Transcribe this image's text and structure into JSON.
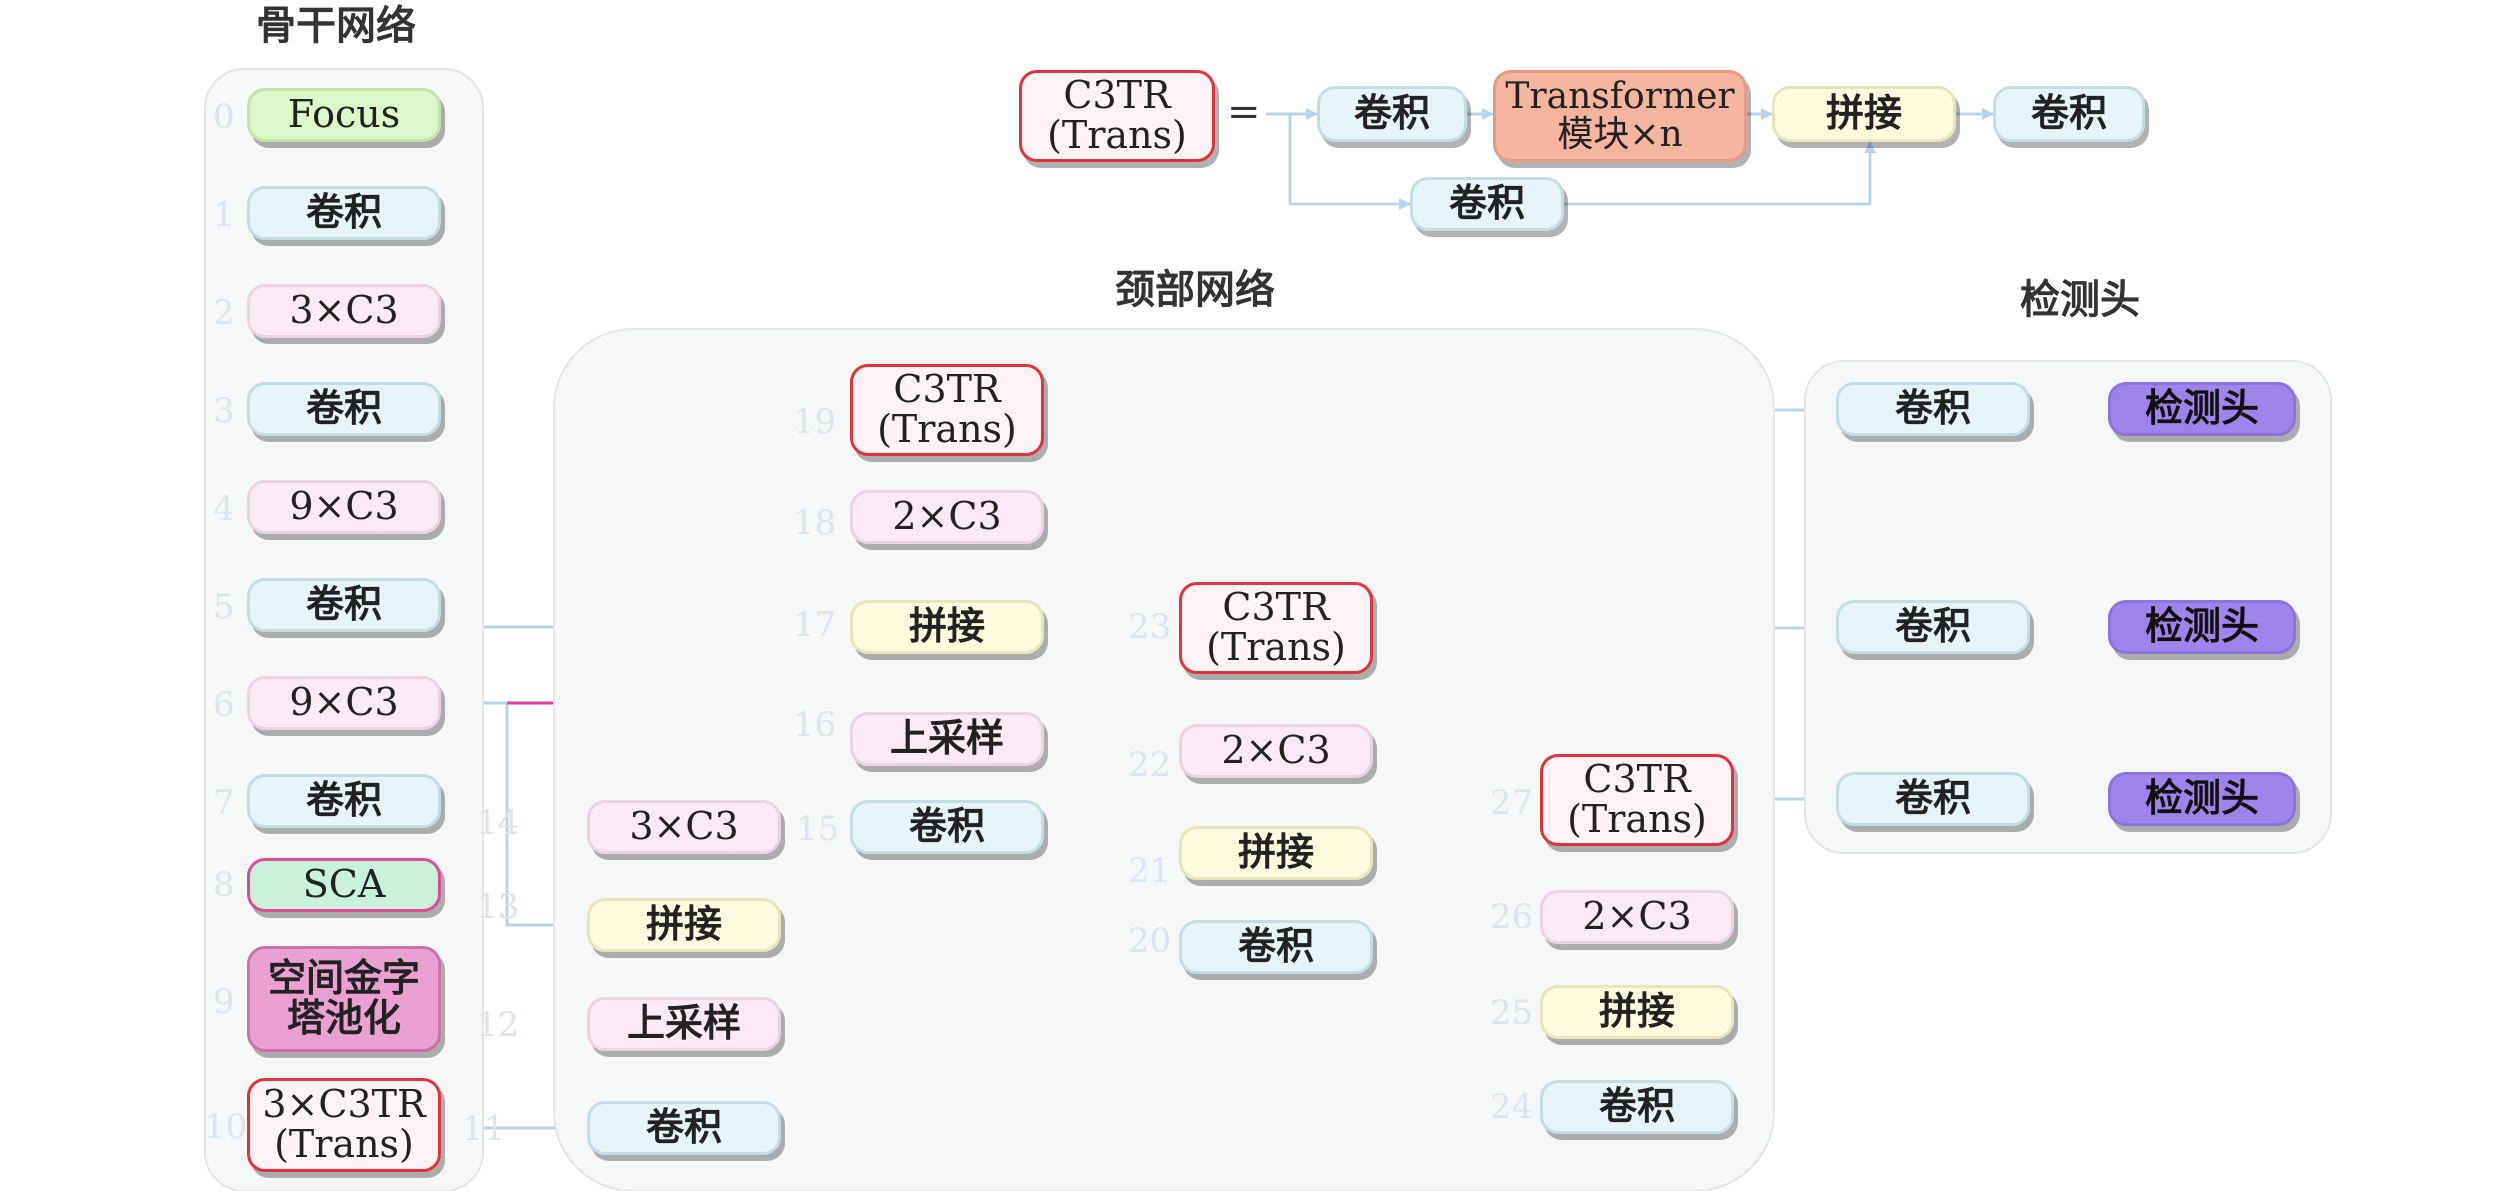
{
  "sections": {
    "backbone": "骨干网络",
    "neck": "颈部网络",
    "head": "检测头"
  },
  "legend": {
    "c3tr": "C3TR\n(Trans)",
    "equals": "=",
    "conv_a": "卷积",
    "transformer": "Transformer\n模块×n",
    "conv_b": "卷积",
    "concat": "拼接",
    "conv_c": "卷积"
  },
  "backbone": [
    {
      "index": "0",
      "label": "Focus"
    },
    {
      "index": "1",
      "label": "卷积"
    },
    {
      "index": "2",
      "label": "3×C3"
    },
    {
      "index": "3",
      "label": "卷积"
    },
    {
      "index": "4",
      "label": "9×C3"
    },
    {
      "index": "5",
      "label": "卷积"
    },
    {
      "index": "6",
      "label": "9×C3"
    },
    {
      "index": "7",
      "label": "卷积"
    },
    {
      "index": "8",
      "label": "SCA"
    },
    {
      "index": "9",
      "label": "空间金字\n塔池化"
    },
    {
      "index": "10",
      "label": "3×C3TR\n(Trans)"
    }
  ],
  "neck": {
    "n11": {
      "index": "11",
      "label": "卷积"
    },
    "n12": {
      "index": "12",
      "label": "上采样"
    },
    "n13": {
      "index": "13",
      "label": "拼接"
    },
    "n14": {
      "index": "14",
      "label": "3×C3"
    },
    "n15": {
      "index": "15",
      "label": "卷积"
    },
    "n16": {
      "index": "16",
      "label": "上采样"
    },
    "n17": {
      "index": "17",
      "label": "拼接"
    },
    "n18": {
      "index": "18",
      "label": "2×C3"
    },
    "n19": {
      "index": "19",
      "label": "C3TR\n(Trans)"
    },
    "n20": {
      "index": "20",
      "label": "卷积"
    },
    "n21": {
      "index": "21",
      "label": "拼接"
    },
    "n22": {
      "index": "22",
      "label": "2×C3"
    },
    "n23": {
      "index": "23",
      "label": "C3TR\n(Trans)"
    },
    "n24": {
      "index": "24",
      "label": "卷积"
    },
    "n25": {
      "index": "25",
      "label": "拼接"
    },
    "n26": {
      "index": "26",
      "label": "2×C3"
    },
    "n27": {
      "index": "27",
      "label": "C3TR\n(Trans)"
    }
  },
  "head": {
    "row1": {
      "conv": "卷积",
      "detect": "检测头"
    },
    "row2": {
      "conv": "卷积",
      "detect": "检测头"
    },
    "row3": {
      "conv": "卷积",
      "detect": "检测头"
    }
  },
  "colors": {
    "wire": "#b8d4ea",
    "highlight_wire": "#e43d9f",
    "c3tr_border": "#e13240"
  }
}
